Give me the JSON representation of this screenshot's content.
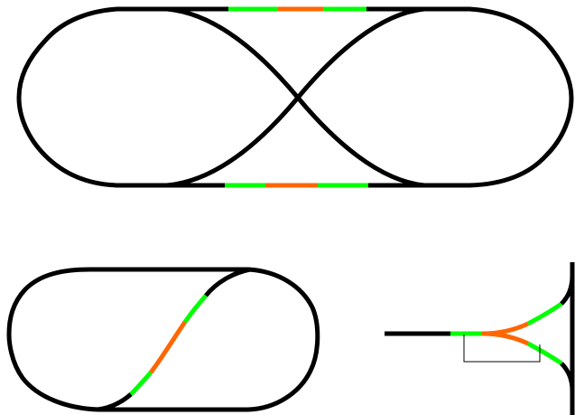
{
  "colors": {
    "background": "#ffffff",
    "track": "#000000",
    "block_detected": "#00ff00",
    "block_center": "#ff6600",
    "wire": "#000000"
  },
  "diagrams": [
    {
      "name": "figure-eight-layout",
      "sections": [
        "track",
        "block-detected",
        "block-center",
        "crossing"
      ]
    },
    {
      "name": "reverse-loop-layout",
      "sections": [
        "track",
        "block-detected",
        "block-center"
      ]
    },
    {
      "name": "wye-turnout-layout",
      "sections": [
        "track",
        "block-detected",
        "block-center",
        "feedback-wire"
      ]
    }
  ]
}
